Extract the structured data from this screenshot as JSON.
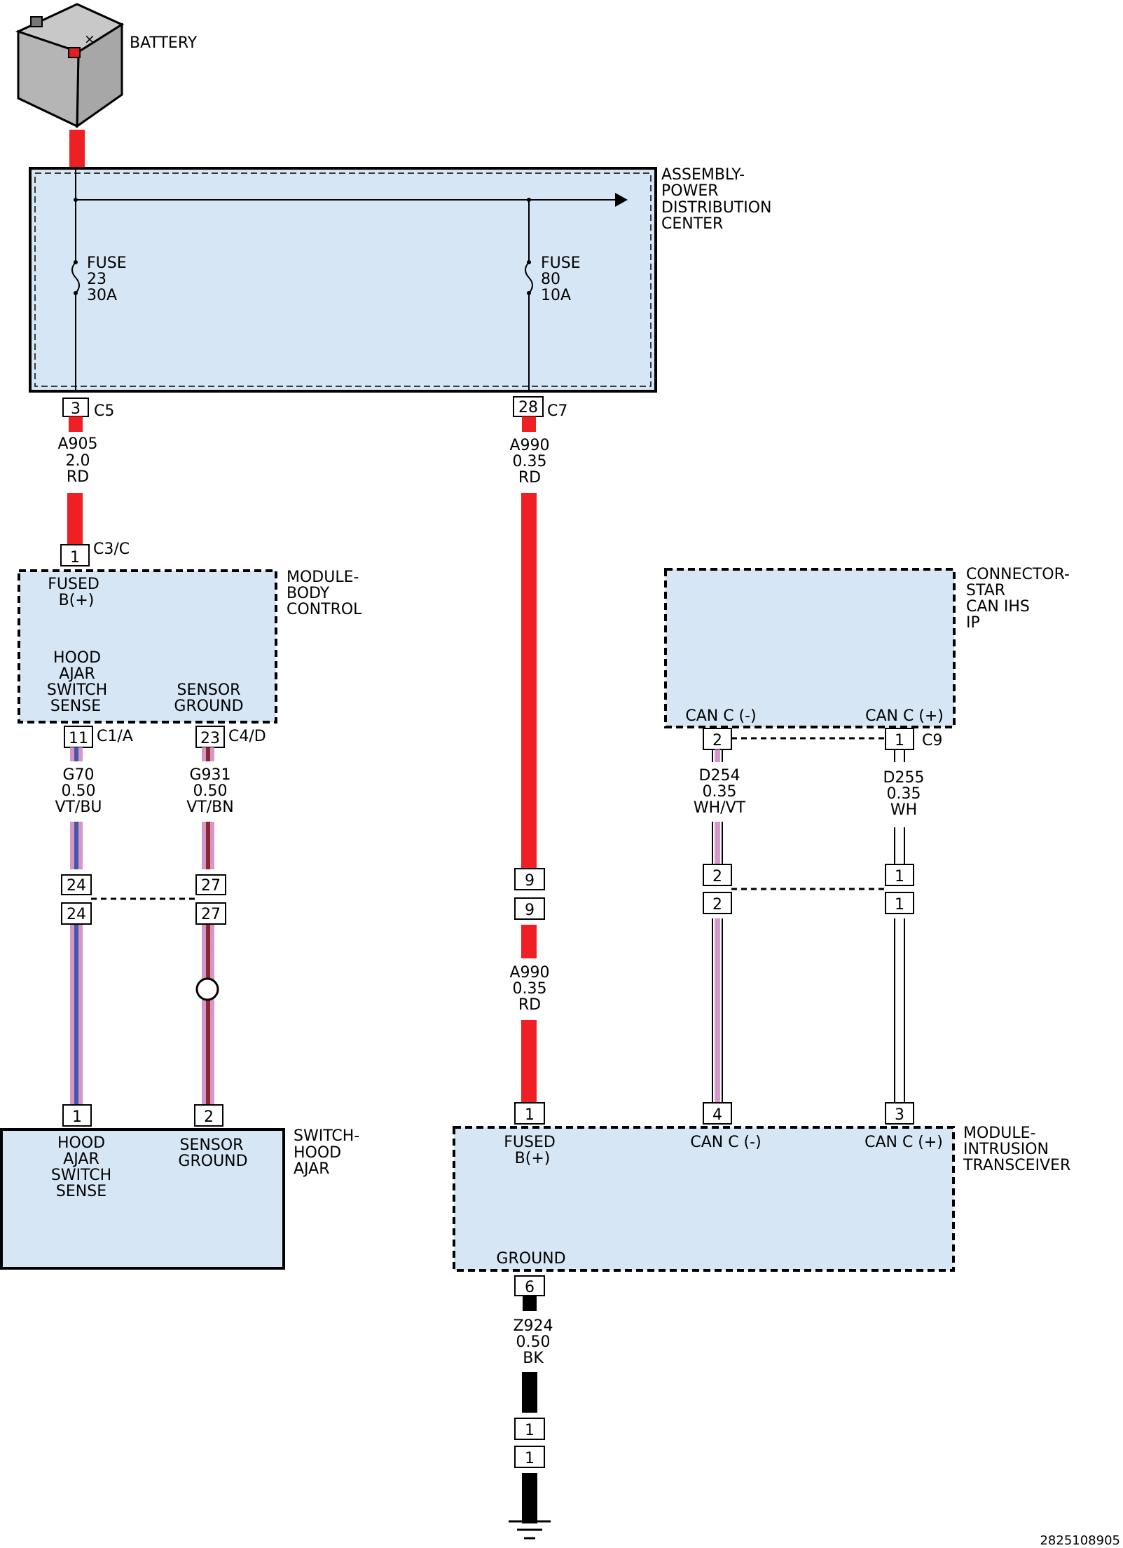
{
  "components": {
    "battery": "BATTERY",
    "pdc": [
      "ASSEMBLY-",
      "POWER",
      "DISTRIBUTION",
      "CENTER"
    ],
    "bcm": [
      "MODULE-",
      "BODY",
      "CONTROL"
    ],
    "star": [
      "CONNECTOR-",
      "STAR",
      "CAN IHS",
      "IP"
    ],
    "switch": [
      "SWITCH-",
      "HOOD",
      "AJAR"
    ],
    "itm": [
      "MODULE-",
      "INTRUSION",
      "TRANSCEIVER"
    ]
  },
  "fuses": {
    "f23": [
      "FUSE",
      "23",
      "30A"
    ],
    "f80": [
      "FUSE",
      "80",
      "10A"
    ]
  },
  "pins": {
    "bcm_fused": [
      "FUSED",
      "B(+)"
    ],
    "bcm_hood": [
      "HOOD",
      "AJAR",
      "SWITCH",
      "SENSE"
    ],
    "bcm_sensor": [
      "SENSOR",
      "GROUND"
    ],
    "star_canm": "CAN C (-)",
    "star_canp": "CAN C (+)",
    "sw_hood": [
      "HOOD",
      "AJAR",
      "SWITCH",
      "SENSE"
    ],
    "sw_sensor": [
      "SENSOR",
      "GROUND"
    ],
    "itm_fused": [
      "FUSED",
      "B(+)"
    ],
    "itm_canm": "CAN C (-)",
    "itm_canp": "CAN C (+)",
    "itm_ground": "GROUND"
  },
  "connectors": {
    "c5_pin": "3",
    "c5_name": "C5",
    "c7_pin": "28",
    "c7_name": "C7",
    "c3_pin": "1",
    "c3_name": "C3/C",
    "c1_pin": "11",
    "c1_name": "C1/A",
    "c4_pin": "23",
    "c4_name": "C4/D",
    "c9_pin_a": "2",
    "c9_pin_b": "1",
    "c9_name": "C9",
    "inline_24a": "24",
    "inline_24b": "24",
    "inline_27a": "27",
    "inline_27b": "27",
    "inline_9a": "9",
    "inline_9b": "9",
    "inline_2a": "2",
    "inline_2b": "2",
    "inline_1a": "1",
    "inline_1b": "1",
    "sw_pin1": "1",
    "sw_pin2": "2",
    "itm_pin1": "1",
    "itm_pin4": "4",
    "itm_pin3": "3",
    "itm_pin6": "6",
    "gnd_1a": "1",
    "gnd_1b": "1"
  },
  "wires": {
    "a905": [
      "A905",
      "2.0",
      "RD"
    ],
    "a990_top": [
      "A990",
      "0.35",
      "RD"
    ],
    "a990_bottom": [
      "A990",
      "0.35",
      "RD"
    ],
    "g70": [
      "G70",
      "0.50",
      "VT/BU"
    ],
    "g931": [
      "G931",
      "0.50",
      "VT/BN"
    ],
    "d254": [
      "D254",
      "0.35",
      "WH/VT"
    ],
    "d255": [
      "D255",
      "0.35",
      "WH"
    ],
    "z924": [
      "Z924",
      "0.50",
      "BK"
    ]
  },
  "footer_id": "2825108905",
  "colors": {
    "red": "#ee2024",
    "violet": "#d397c8",
    "blue": "#4a55a8",
    "brown": "#8b2632",
    "black": "#000000",
    "module_fill": "#d6e6f5"
  }
}
